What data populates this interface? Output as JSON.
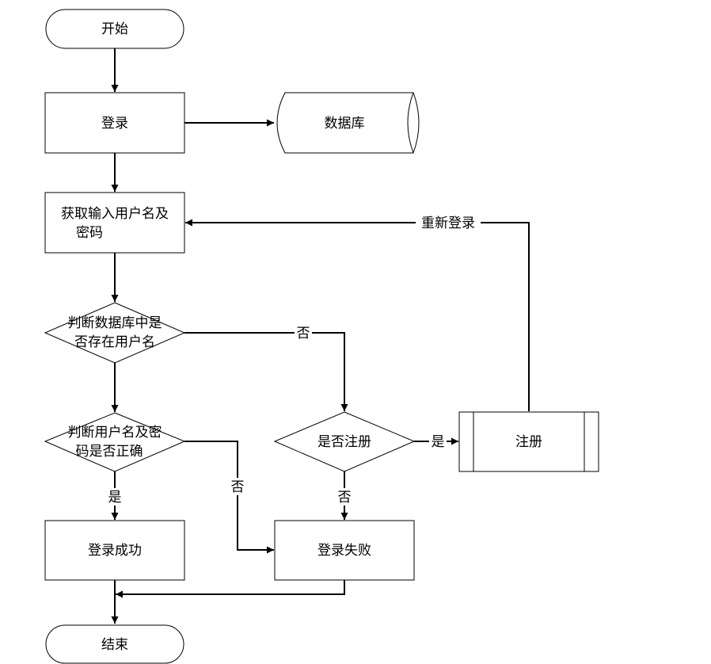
{
  "nodes": {
    "start": {
      "text": "开始"
    },
    "login": {
      "text": "登录"
    },
    "database": {
      "text": "数据库"
    },
    "get_input": {
      "line1": "获取输入用户名及",
      "line2": "密码"
    },
    "check_user": {
      "line1": "判断数据库中是",
      "line2": "否存在用户名"
    },
    "check_password": {
      "line1": "判断用户名及密",
      "line2": "码是否正确"
    },
    "register_q": {
      "text": "是否注册"
    },
    "register": {
      "text": "注册"
    },
    "login_success": {
      "text": "登录成功"
    },
    "login_fail": {
      "text": "登录失败"
    },
    "end": {
      "text": "结束"
    }
  },
  "edge_labels": {
    "relogin": "重新登录",
    "user_not_exist": "否",
    "register_yes": "是",
    "password_wrong": "否",
    "password_right": "是",
    "register_no": "否"
  },
  "colors": {
    "stroke": "#000000",
    "fill": "#ffffff"
  }
}
